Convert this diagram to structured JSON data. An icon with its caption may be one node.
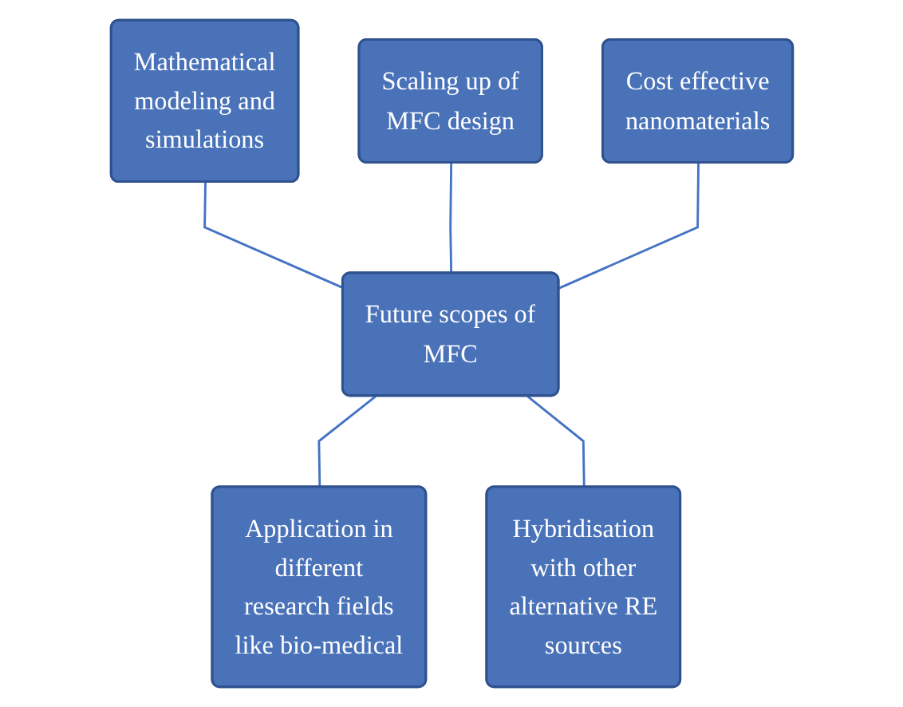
{
  "diagram": {
    "nodes": [
      {
        "text": [
          "Mathematical modeling and simulations"
        ]
      },
      {
        "text": [
          "Scaling up of MFC design"
        ]
      },
      {
        "text": [
          "Cost effective nanomaterials"
        ]
      },
      {
        "text": [
          "Future scopes of MFC"
        ]
      },
      {
        "text": [
          "Application in different research fields like bio-medical"
        ]
      },
      {
        "text": [
          "Hybridisation with other alternative RE sources"
        ]
      }
    ],
    "edges": [
      {
        "from": 0,
        "to": 3,
        "arrow": "none"
      },
      {
        "from": 1,
        "to": 3,
        "arrow": "none"
      },
      {
        "from": 2,
        "to": 3,
        "arrow": "none"
      },
      {
        "from": 3,
        "to": 4,
        "arrow": "none"
      },
      {
        "from": 3,
        "to": 5,
        "arrow": "none"
      }
    ]
  }
}
